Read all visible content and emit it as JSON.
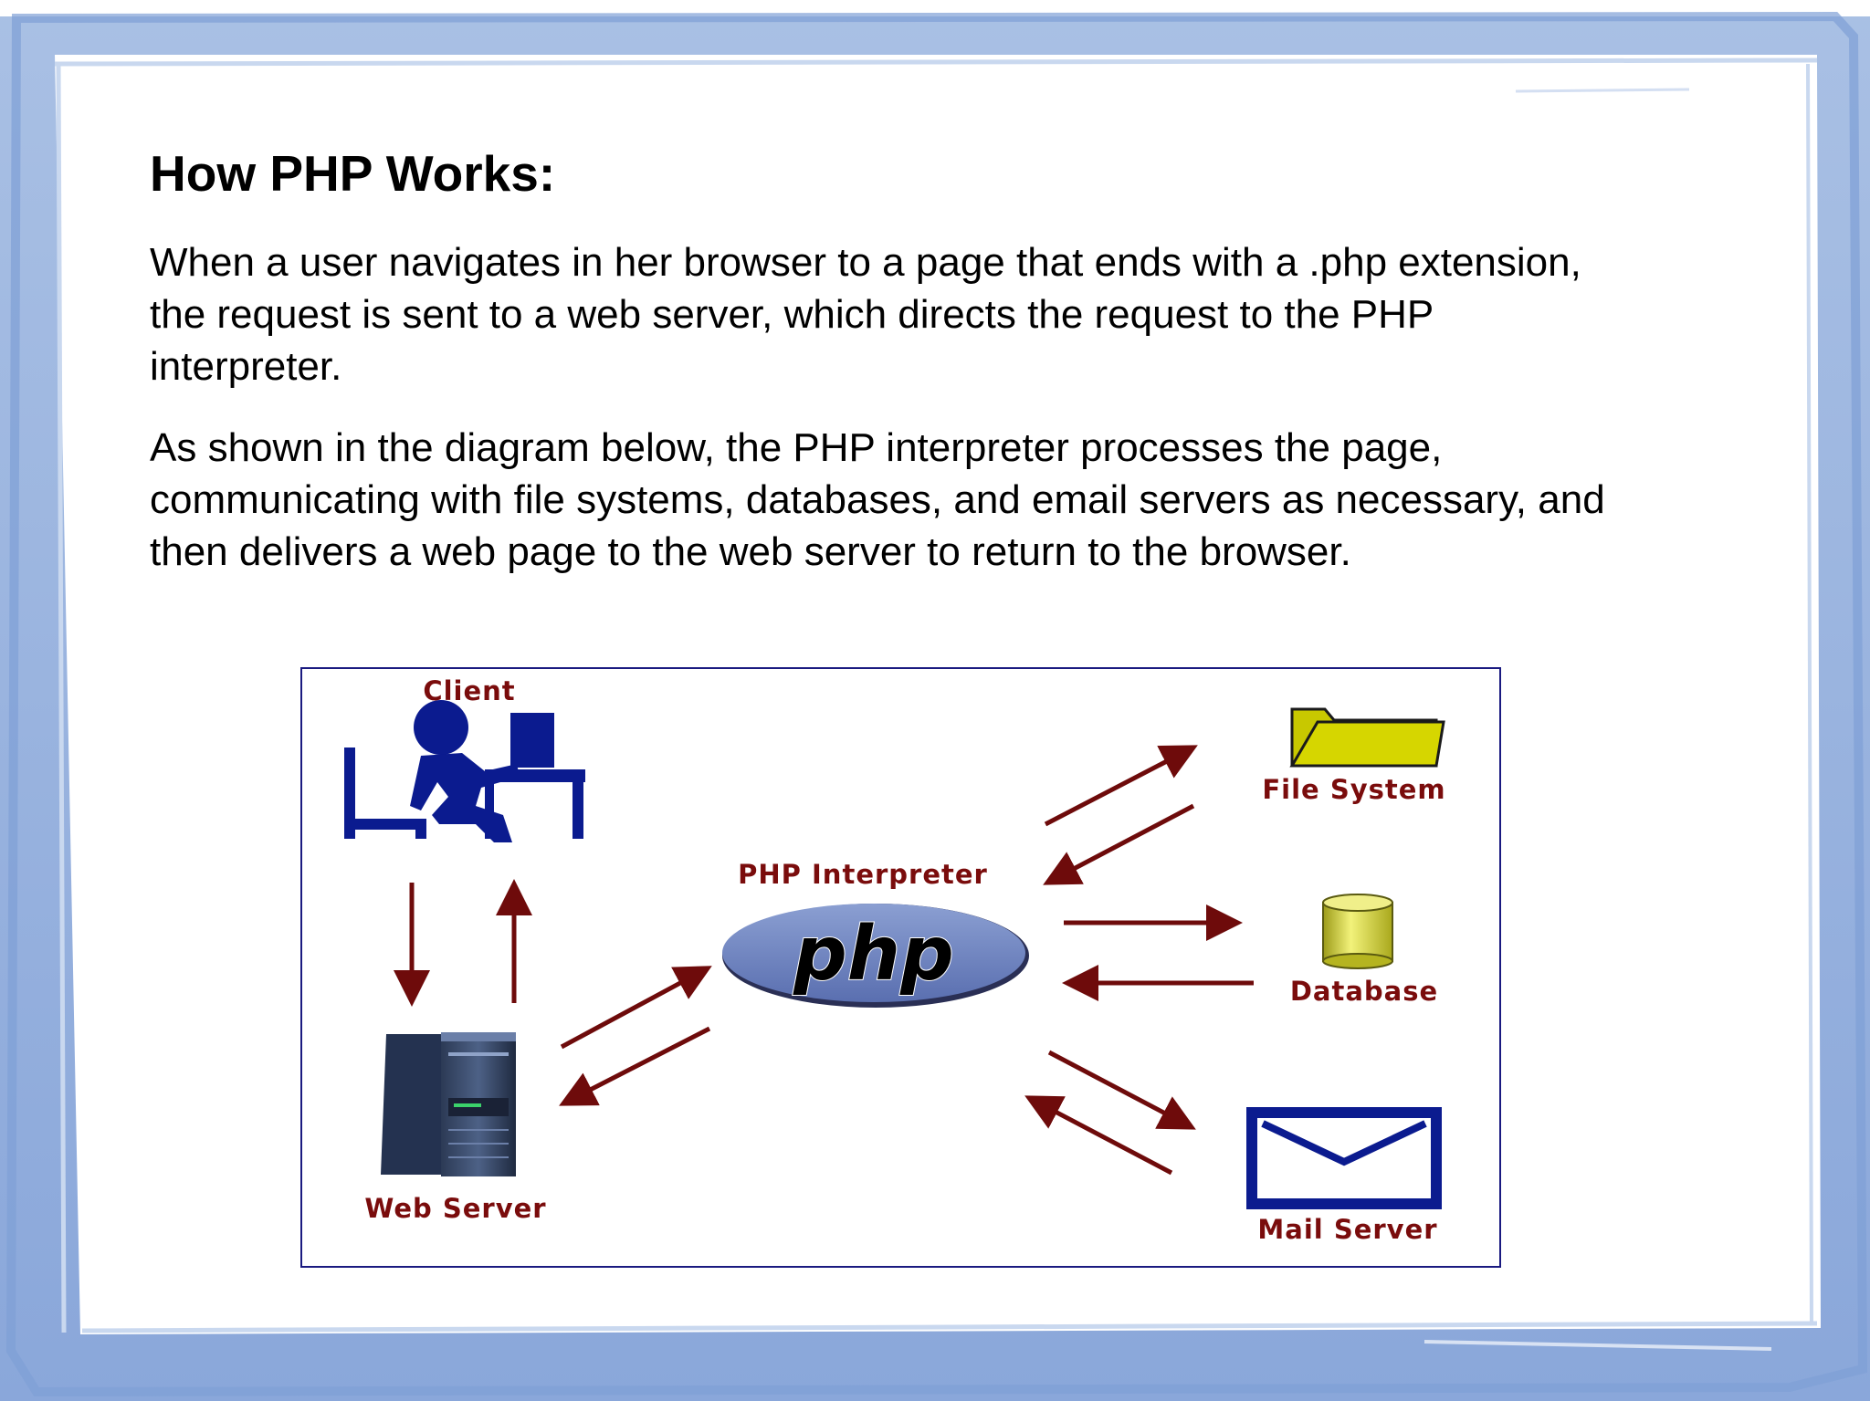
{
  "slide": {
    "title": "How PHP Works:",
    "paragraphs": [
      "When a user navigates in her browser to a page that ends with a .php extension, the request is sent to a web server, which directs the request to the PHP interpreter.",
      "As shown in the diagram below, the PHP interpreter processes the page, communicating with file systems, databases, and email servers as necessary, and then delivers a web page to the web server to return to the browser."
    ]
  },
  "diagram": {
    "nodes": {
      "client": "Client",
      "web_server": "Web Server",
      "php_interpreter": "PHP Interpreter",
      "php_logo": "php",
      "file_system": "File System",
      "database": "Database",
      "mail_server": "Mail Server"
    },
    "colors": {
      "arrow": "#6e0b0b",
      "label": "#7a0c0c",
      "figure": "#0b1b8f",
      "border": "#1a1a80"
    }
  }
}
